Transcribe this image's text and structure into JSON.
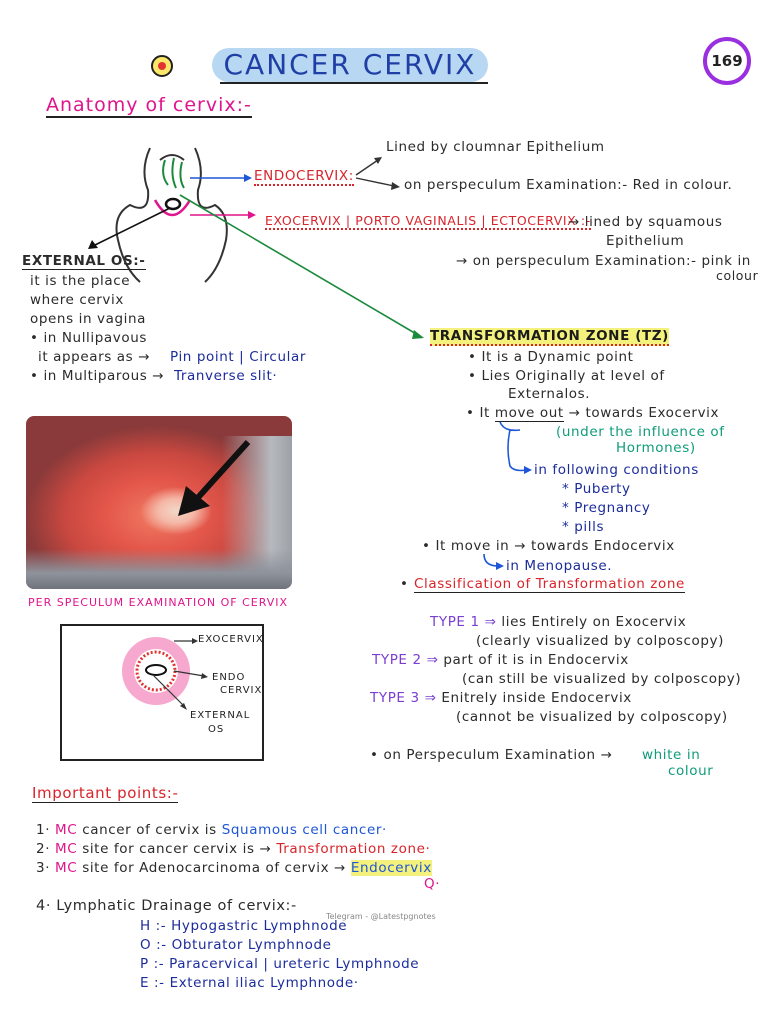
{
  "header": {
    "title": "CANCER CERVIX",
    "page_number": "169"
  },
  "anatomy": {
    "heading": "Anatomy of cervix:-",
    "endocervix": "ENDOCERVIX:",
    "endo_note1": "Lined by cloumnar Epithelium",
    "endo_note2": "on perspeculum Examination:- Red in colour.",
    "exocervix": "EXOCERVIX | PORTO VAGINALIS | ECTOCERVIX :-",
    "exo_note1a": "→ lined by squamous",
    "exo_note1b": "Epithelium",
    "exo_note2a": "→ on perspeculum Examination:- pink in",
    "exo_note2b": "colour",
    "external_os": {
      "heading": "EXTERNAL OS:-",
      "lines": [
        "it is the place",
        "where cervix",
        "opens in vagina"
      ],
      "nulli_a": "• in Nullipavous",
      "nulli_b": "it appears as →",
      "nulli_c": "Pin point | Circular",
      "multi_a": "• in Multiparous →",
      "multi_b": "Tranverse slit·"
    }
  },
  "tz": {
    "heading": "TRANSFORMATION ZONE (TZ)",
    "p1": "• It is a Dynamic point",
    "p2a": "• Lies Originally at level of",
    "p2b": "Externalos.",
    "p3a": "• It",
    "p3b": "move out",
    "p3c": "→ towards Exocervix",
    "hormone_a": "(under the influence of",
    "hormone_b": "Hormones)",
    "cond_head": "in following conditions",
    "conds": [
      "* Puberty",
      "* Pregnancy",
      "* pills"
    ],
    "p4": "• It move in → towards Endocervix",
    "p4b": "in Menopause.",
    "class_bullet": "•",
    "class_head": "Classification of Transformation zone",
    "types": [
      {
        "label": "TYPE 1",
        "arrow": "⇒",
        "text": "lies Entirely on Exocervix",
        "note": "(clearly visualized by colposcopy)"
      },
      {
        "label": "TYPE 2",
        "arrow": "⇒",
        "text": "part of it is in Endocervix",
        "note": "(can still be visualized by colposcopy)"
      },
      {
        "label": "TYPE 3",
        "arrow": "⇒",
        "text": "Enitrely inside Endocervix",
        "note": "(cannot be visualized by colposcopy)"
      }
    ],
    "pse_a": "• on Perspeculum Examination →",
    "pse_b": "white in",
    "pse_c": "colour"
  },
  "photo": {
    "caption": "PER SPECULUM EXAMINATION OF CERVIX"
  },
  "diagram": {
    "exo": "EXOCERVIX",
    "endo_a": "ENDO",
    "endo_b": "CERVIX",
    "ext_a": "EXTERNAL",
    "ext_b": "OS"
  },
  "important": {
    "heading": "Important points:-",
    "points": [
      {
        "n": "1·",
        "mc": "MC",
        "text": "cancer of cervix is",
        "ans": "Squamous cell cancer·"
      },
      {
        "n": "2·",
        "mc": "MC",
        "text": "site for cancer cervix is →",
        "ans": "Transformation zone·"
      },
      {
        "n": "3·",
        "mc": "MC",
        "text": "site for Adenocarcinoma of cervix →",
        "ans": "Endocervix"
      }
    ],
    "q": "Q·",
    "lymph_head": "4· Lymphatic Drainage of cervix:-",
    "lymph": [
      {
        "k": "H :-",
        "v": "Hypogastric Lymphnode"
      },
      {
        "k": "O :-",
        "v": "Obturator Lymphnode"
      },
      {
        "k": "P :-",
        "v": "Paracervical | ureteric Lymphnode"
      },
      {
        "k": "E :-",
        "v": "External iliac Lymphnode·"
      }
    ]
  },
  "watermark": "Telegram - @Latestpgnotes"
}
